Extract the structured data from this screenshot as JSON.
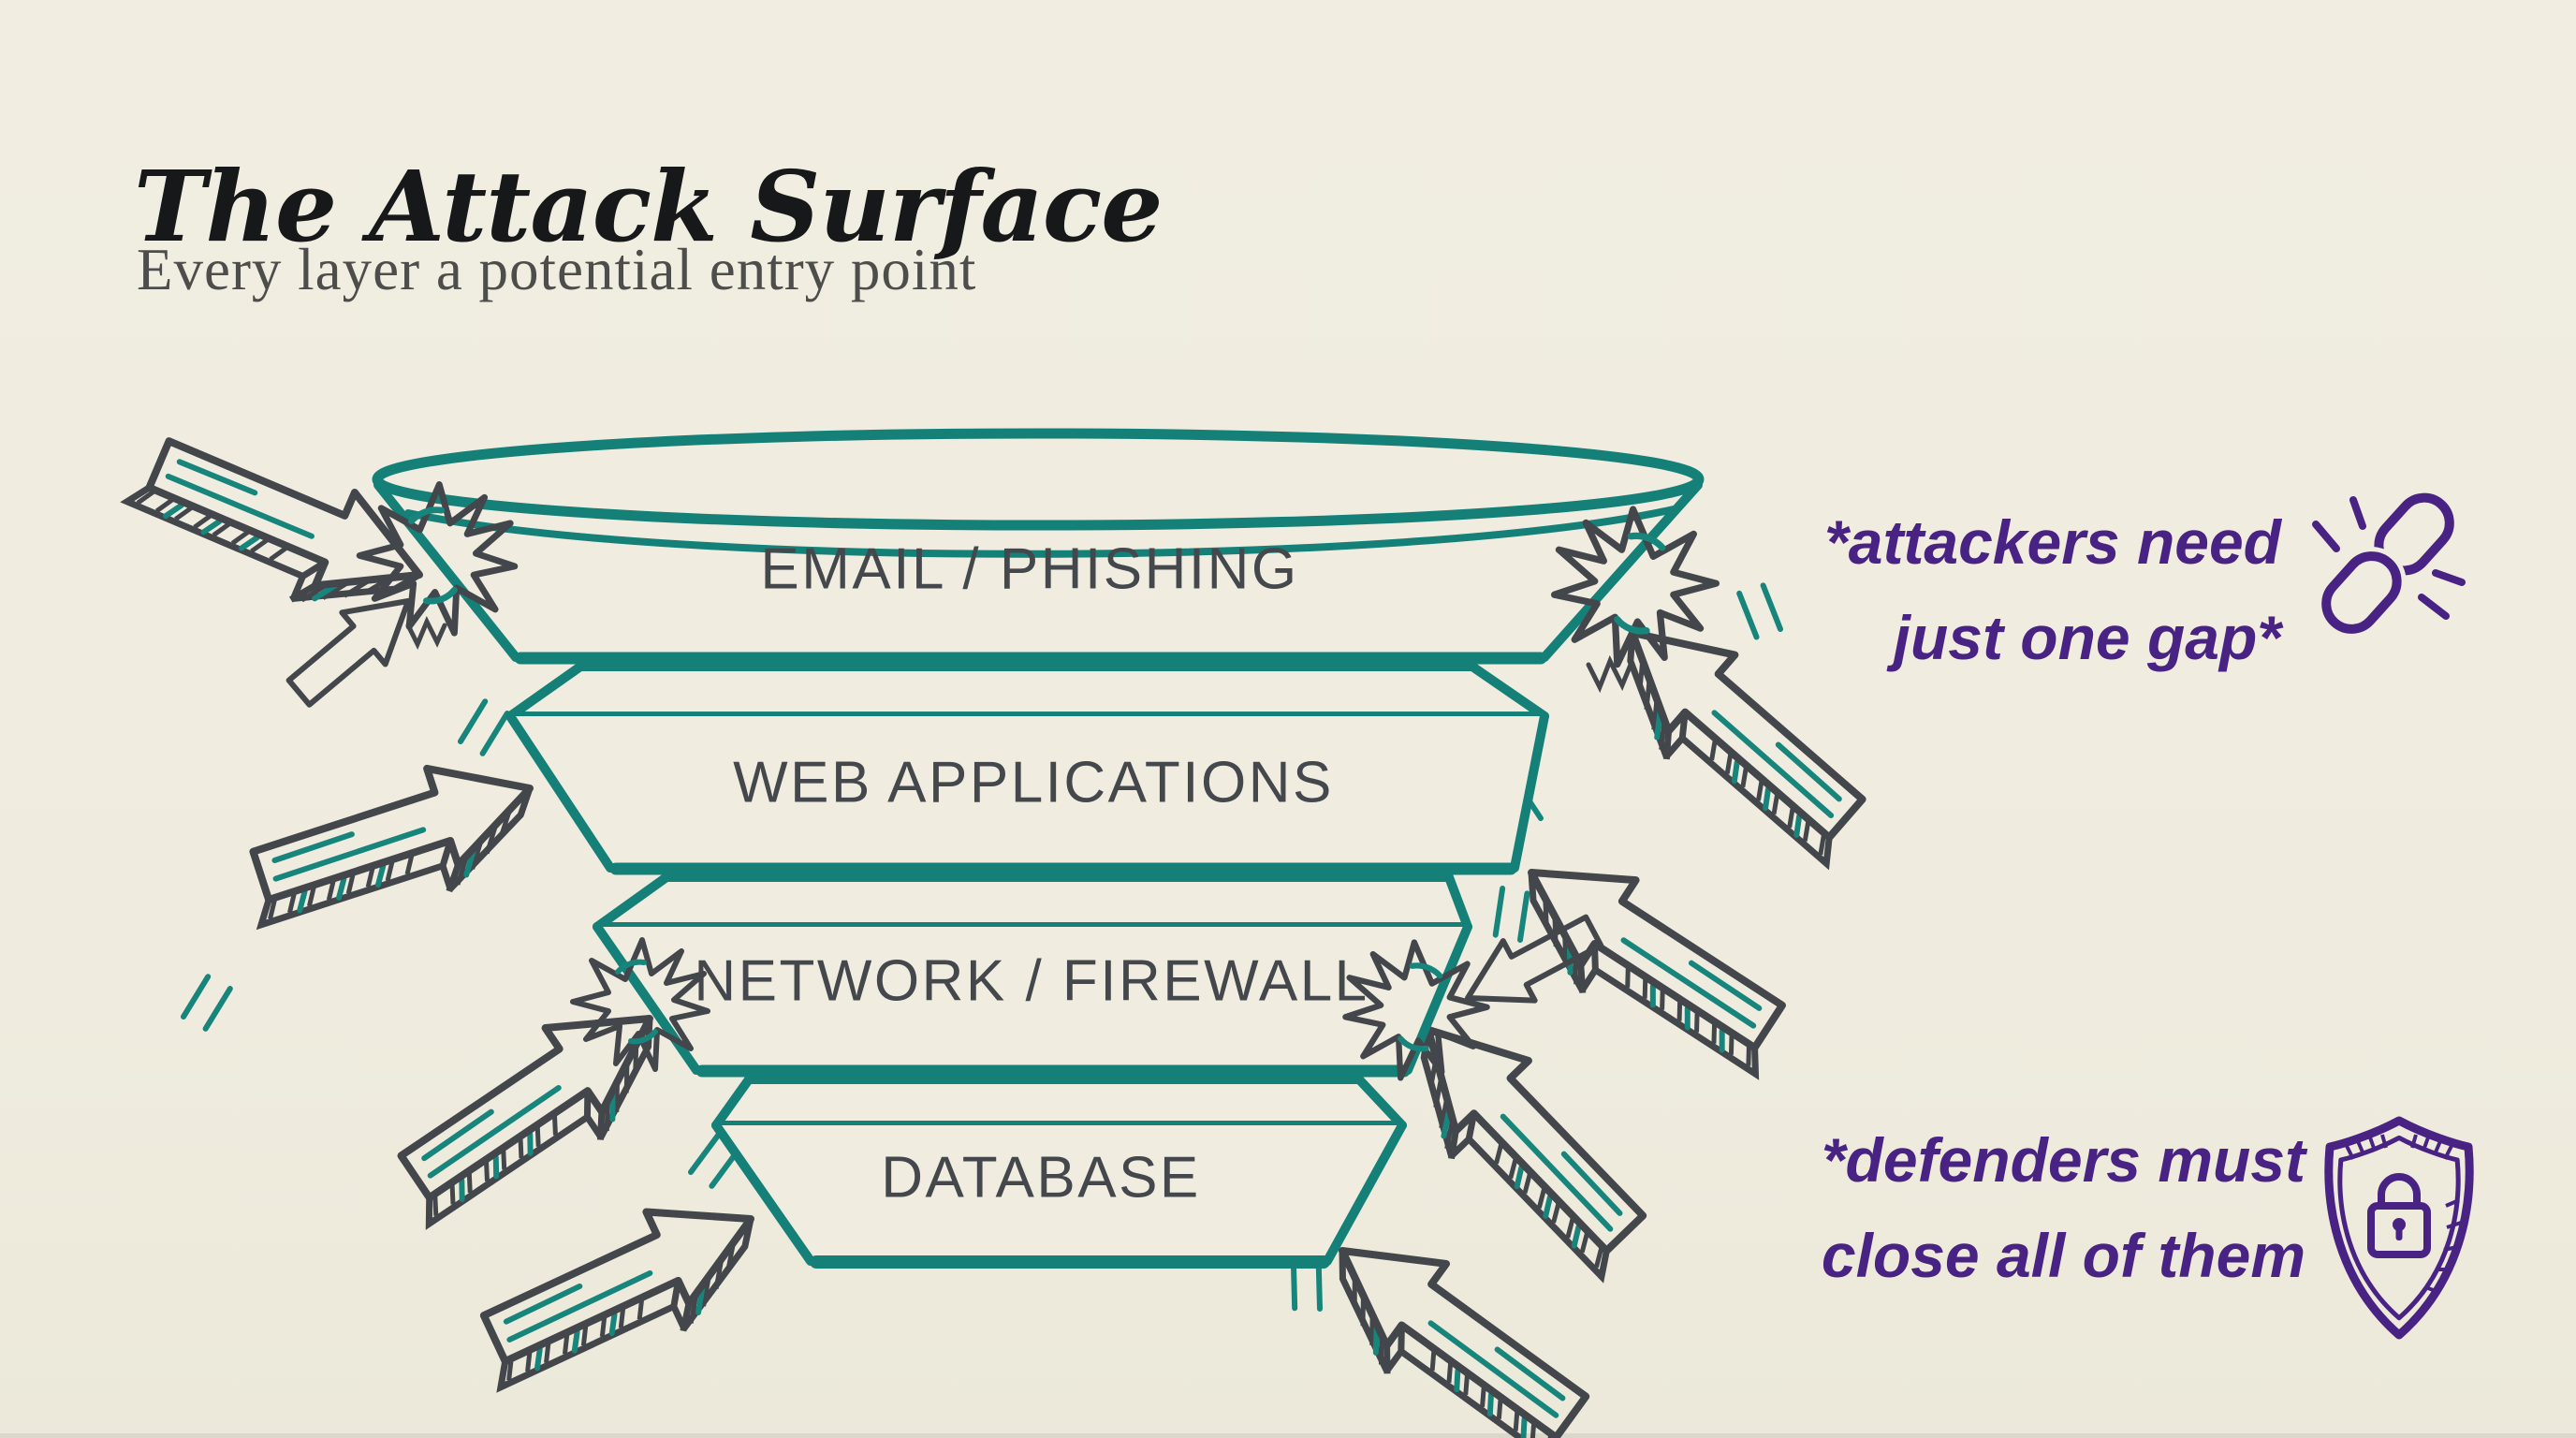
{
  "page": {
    "title": "The Attack Surface",
    "subtitle": "Every layer a potential entry point"
  },
  "funnel": {
    "layers": [
      {
        "id": "email",
        "label": "EMAIL / PHISHING"
      },
      {
        "id": "web",
        "label": "WEB APPLICATIONS"
      },
      {
        "id": "network",
        "label": "NETWORK / FIREWALL"
      },
      {
        "id": "database",
        "label": "DATABASE"
      }
    ]
  },
  "annotations": {
    "attackers": {
      "line1": "*attackers need",
      "line2": "just one gap*",
      "icon": "broken-chain-icon"
    },
    "defenders": {
      "line1": "*defenders must",
      "line2": "close all of them",
      "icon": "shield-lock-icon"
    }
  },
  "style": {
    "colors": {
      "background": "#f0ede0",
      "funnel_teal": "#148078",
      "arrow_ink": "#43464a",
      "layer_label": "#44474b",
      "title": "#17181a",
      "subtitle": "#4d4e4b",
      "annotation_purple": "#482383"
    }
  }
}
